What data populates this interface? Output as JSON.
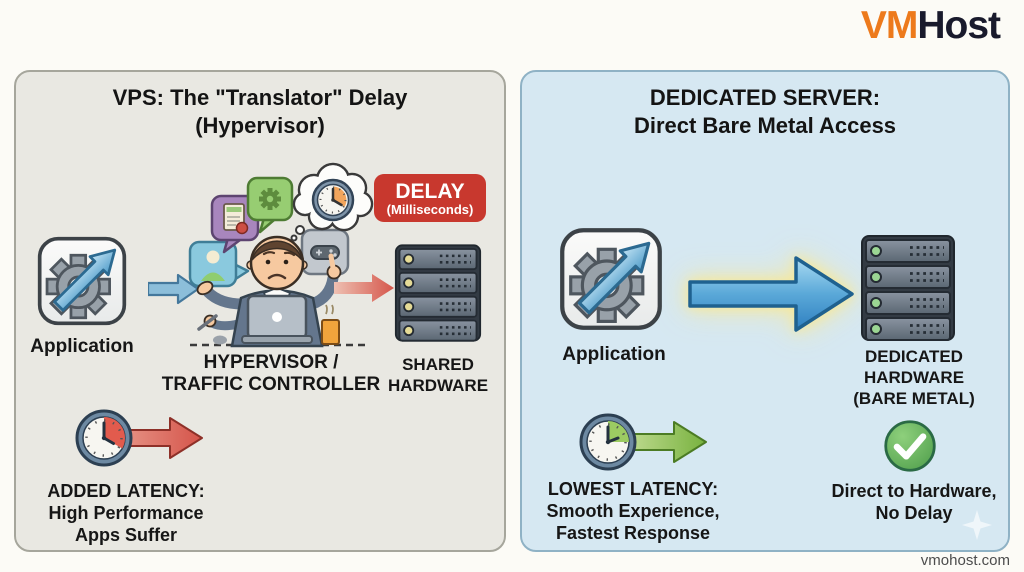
{
  "logo": {
    "vm": "VM",
    "host": "Host",
    "vm_color": "#ed7a1c",
    "host_color": "#191a2c"
  },
  "footer": {
    "site": "vmohost.com"
  },
  "left": {
    "title1": "VPS: The \"Translator\" Delay",
    "title2": "(Hypervisor)",
    "app_label": "Application",
    "hyp1": "HYPERVISOR /",
    "hyp2": "TRAFFIC CONTROLLER",
    "delay1": "DELAY",
    "delay2": "(Milliseconds)",
    "hw1": "SHARED",
    "hw2": "HARDWARE",
    "lat1": "ADDED LATENCY:",
    "lat2": "High Performance",
    "lat3": "Apps Suffer",
    "bg": "#e9e8e2",
    "border": "#a6a69c",
    "delay_bg": "#c8382e",
    "accent": "#d5564b"
  },
  "right": {
    "title1": "DEDICATED SERVER:",
    "title2": "Direct Bare Metal Access",
    "app_label": "Application",
    "hw1": "DEDICATED",
    "hw2": "HARDWARE",
    "hw3": "(BARE METAL)",
    "lat1": "LOWEST LATENCY:",
    "lat2": "Smooth Experience,",
    "lat3": "Fastest Response",
    "check1": "Direct to Hardware,",
    "check2": "No Delay",
    "bg": "#d6e8f2",
    "border": "#8fb2c5",
    "accent": "#78b23f",
    "check_green": "#4f9e4b"
  }
}
